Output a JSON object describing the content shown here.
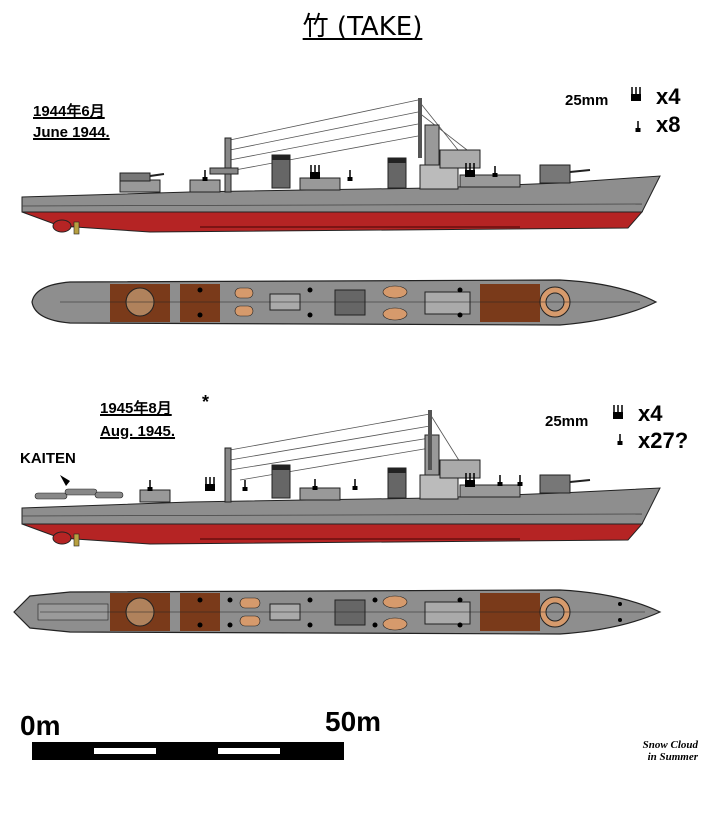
{
  "title": "竹 (TAKE)",
  "config_1944": {
    "date_jp": "1944年6月",
    "date_en": "June 1944.",
    "aa_caliber": "25mm",
    "triple_mount_count": "x4",
    "single_mount_count": "x8"
  },
  "config_1945": {
    "date_jp": "1945年8月",
    "asterisk": "*",
    "date_en": "Aug. 1945.",
    "aa_caliber": "25mm",
    "triple_mount_count": "x4",
    "single_mount_count": "x27?",
    "kaiten_label": "KAITEN"
  },
  "scale": {
    "start": "0m",
    "end": "50m"
  },
  "credit": {
    "line1": "Snow Cloud",
    "line2": "in Summer"
  },
  "colors": {
    "hull_gray": "#8e8e8e",
    "hull_red": "#b52424",
    "deck_brown": "#7a3a1a",
    "deck_tan": "#d69a6c"
  }
}
